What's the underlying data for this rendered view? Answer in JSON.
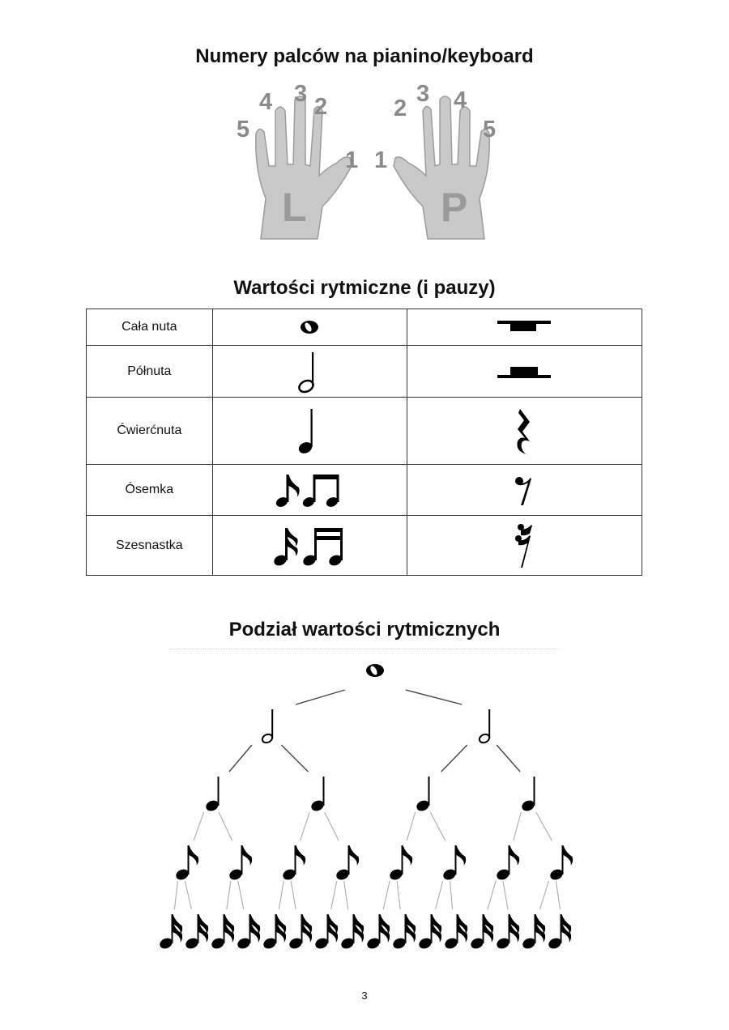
{
  "fingers_section": {
    "title": "Numery palców na pianino/keyboard",
    "left_hand": {
      "letter": "L",
      "fingers": [
        "5",
        "4",
        "3",
        "2",
        "1"
      ]
    },
    "right_hand": {
      "letter": "P",
      "fingers": [
        "1",
        "2",
        "3",
        "4",
        "5"
      ]
    }
  },
  "rhythm_section": {
    "title": "Wartości rytmiczne (i pauzy)",
    "rows": [
      {
        "label": "Cała nuta",
        "note": "whole-note",
        "rest": "whole-rest"
      },
      {
        "label": "Półnuta",
        "note": "half-note",
        "rest": "half-rest"
      },
      {
        "label": "Ćwierćnuta",
        "note": "quarter-note",
        "rest": "quarter-rest"
      },
      {
        "label": "Ósemka",
        "note": "eighth-notes",
        "rest": "eighth-rest"
      },
      {
        "label": "Szesnastka",
        "note": "sixteenth-notes",
        "rest": "sixteenth-rest"
      }
    ]
  },
  "division_section": {
    "title": "Podział wartości rytmicznych",
    "levels": [
      {
        "note": "whole-note",
        "count": 1
      },
      {
        "note": "half-note",
        "count": 2
      },
      {
        "note": "quarter-note",
        "count": 4
      },
      {
        "note": "eighth-note",
        "count": 8
      },
      {
        "note": "sixteenth-note",
        "count": 16
      }
    ]
  },
  "page_number": "3"
}
